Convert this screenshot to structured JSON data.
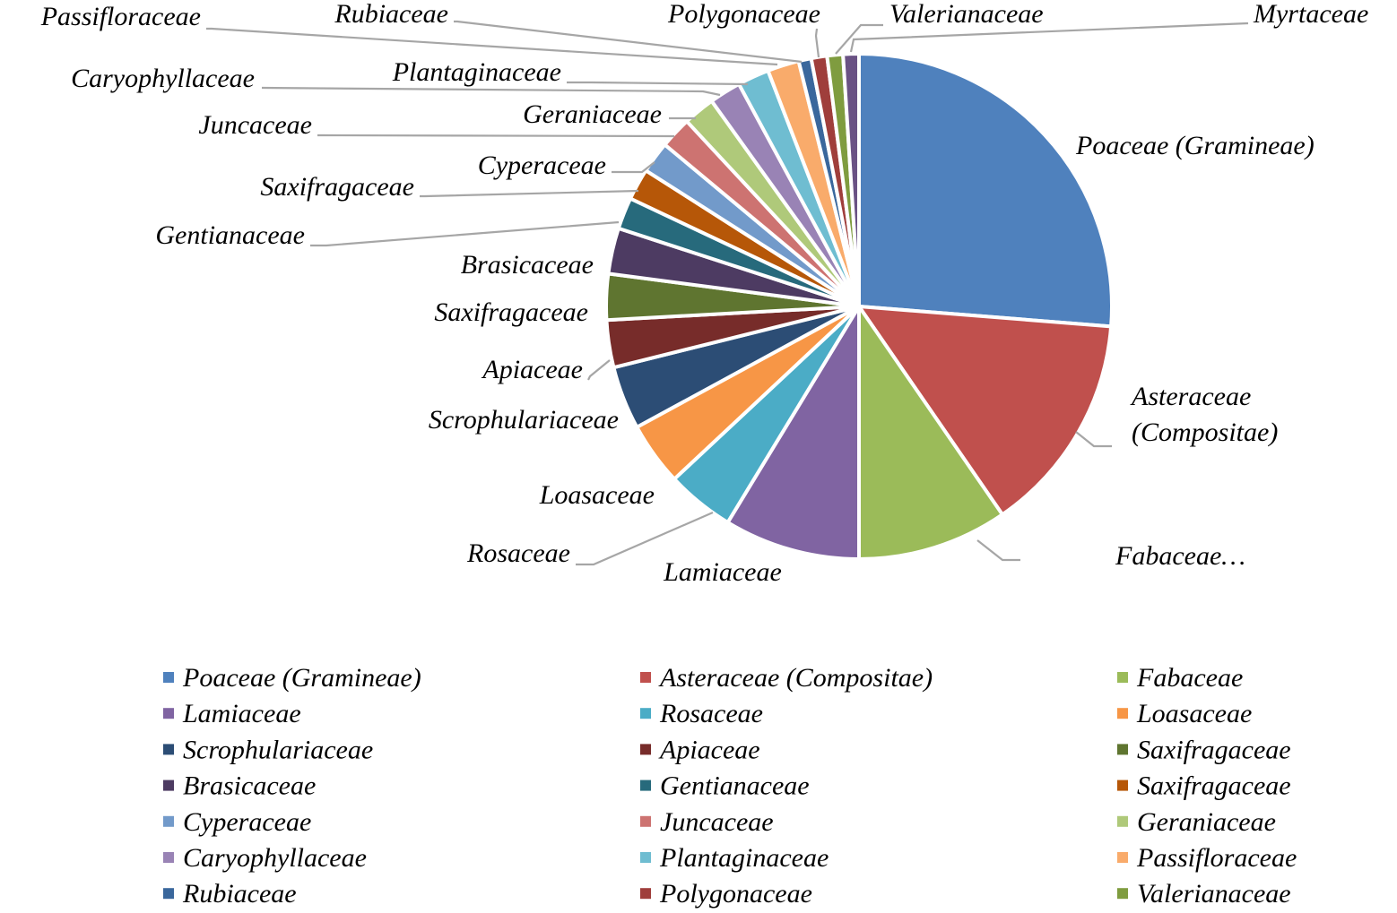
{
  "chart_data": {
    "type": "pie",
    "legend_position": "bottom",
    "values_note": "",
    "slices": [
      {
        "name": "Poaceae (Gramineae)",
        "value": 26.0,
        "color": "#4f81bd",
        "label_lines": [
          "Poaceae (Gramineae)"
        ]
      },
      {
        "name": "Asteraceae (Compositae)",
        "value": 14.0,
        "color": "#c0504d",
        "label_lines": [
          "Asteraceae",
          "(Compositae)"
        ]
      },
      {
        "name": "Fabaceae",
        "value": 9.5,
        "color": "#9bbb59",
        "label_lines": [
          "Fabaceae…"
        ]
      },
      {
        "name": "Lamiaceae",
        "value": 8.6,
        "color": "#8064a2",
        "label_lines": [
          "Lamiaceae"
        ]
      },
      {
        "name": "Rosaceae",
        "value": 4.3,
        "color": "#4bacc6",
        "label_lines": [
          "Rosaceae"
        ]
      },
      {
        "name": "Loasaceae",
        "value": 4.0,
        "color": "#f79646",
        "label_lines": [
          "Loasaceae"
        ]
      },
      {
        "name": "Scrophulariaceae",
        "value": 4.0,
        "color": "#2c4d75",
        "label_lines": [
          "Scrophulariaceae"
        ]
      },
      {
        "name": "Apiaceae",
        "value": 3.0,
        "color": "#772c2a",
        "label_lines": [
          "Apiaceae"
        ]
      },
      {
        "name": "Saxifragaceae",
        "value": 2.9,
        "color": "#5f7530",
        "label_lines": [
          "Saxifragaceae"
        ]
      },
      {
        "name": "Brasicaceae",
        "value": 2.9,
        "color": "#4d3b62",
        "label_lines": [
          "Brasicaceae"
        ]
      },
      {
        "name": "Gentianaceae",
        "value": 2.0,
        "color": "#276a7c",
        "label_lines": [
          "Gentianaceae"
        ]
      },
      {
        "name": "Saxifragaceae",
        "value": 2.0,
        "color": "#b65708",
        "label_lines": [
          "Saxifragaceae"
        ]
      },
      {
        "name": "Cyperaceae",
        "value": 2.0,
        "color": "#729aca",
        "label_lines": [
          "Cyperaceae"
        ]
      },
      {
        "name": "Juncaceae",
        "value": 2.0,
        "color": "#cd7371",
        "label_lines": [
          "Juncaceae"
        ]
      },
      {
        "name": "Geraniaceae",
        "value": 2.0,
        "color": "#afc97a",
        "label_lines": [
          "Geraniaceae"
        ]
      },
      {
        "name": "Caryophyllaceae",
        "value": 2.0,
        "color": "#9983b5",
        "label_lines": [
          "Caryophyllaceae"
        ]
      },
      {
        "name": "Plantaginaceae",
        "value": 2.0,
        "color": "#6fbdd1",
        "label_lines": [
          "Plantaginaceae"
        ]
      },
      {
        "name": "Passifloraceae",
        "value": 2.0,
        "color": "#f9ab6b",
        "label_lines": [
          "Passifloraceae"
        ]
      },
      {
        "name": "Rubiaceae",
        "value": 0.8,
        "color": "#3a679c",
        "label_lines": [
          "Rubiaceae"
        ]
      },
      {
        "name": "Polygonaceae",
        "value": 1.0,
        "color": "#9f3e3b",
        "label_lines": [
          "Polygonaceae"
        ]
      },
      {
        "name": "Valerianaceae",
        "value": 1.0,
        "color": "#7f9c3f",
        "label_lines": [
          "Valerianaceae"
        ]
      },
      {
        "name": "Myrtaceae",
        "value": 1.0,
        "color": "#6a5284",
        "label_lines": [
          "Myrtaceae"
        ]
      }
    ],
    "legend": [
      "Poaceae (Gramineae)",
      "Asteraceae (Compositae)",
      "Fabaceae",
      "Lamiaceae",
      "Rosaceae",
      "Loasaceae",
      "Scrophulariaceae",
      "Apiaceae",
      "Saxifragaceae",
      "Brasicaceae",
      "Gentianaceae",
      "Saxifragaceae",
      "Cyperaceae",
      "Juncaceae",
      "Geraniaceae",
      "Caryophyllaceae",
      "Plantaginaceae",
      "Passifloraceae",
      "Rubiaceae",
      "Polygonaceae",
      "Valerianaceae"
    ]
  }
}
